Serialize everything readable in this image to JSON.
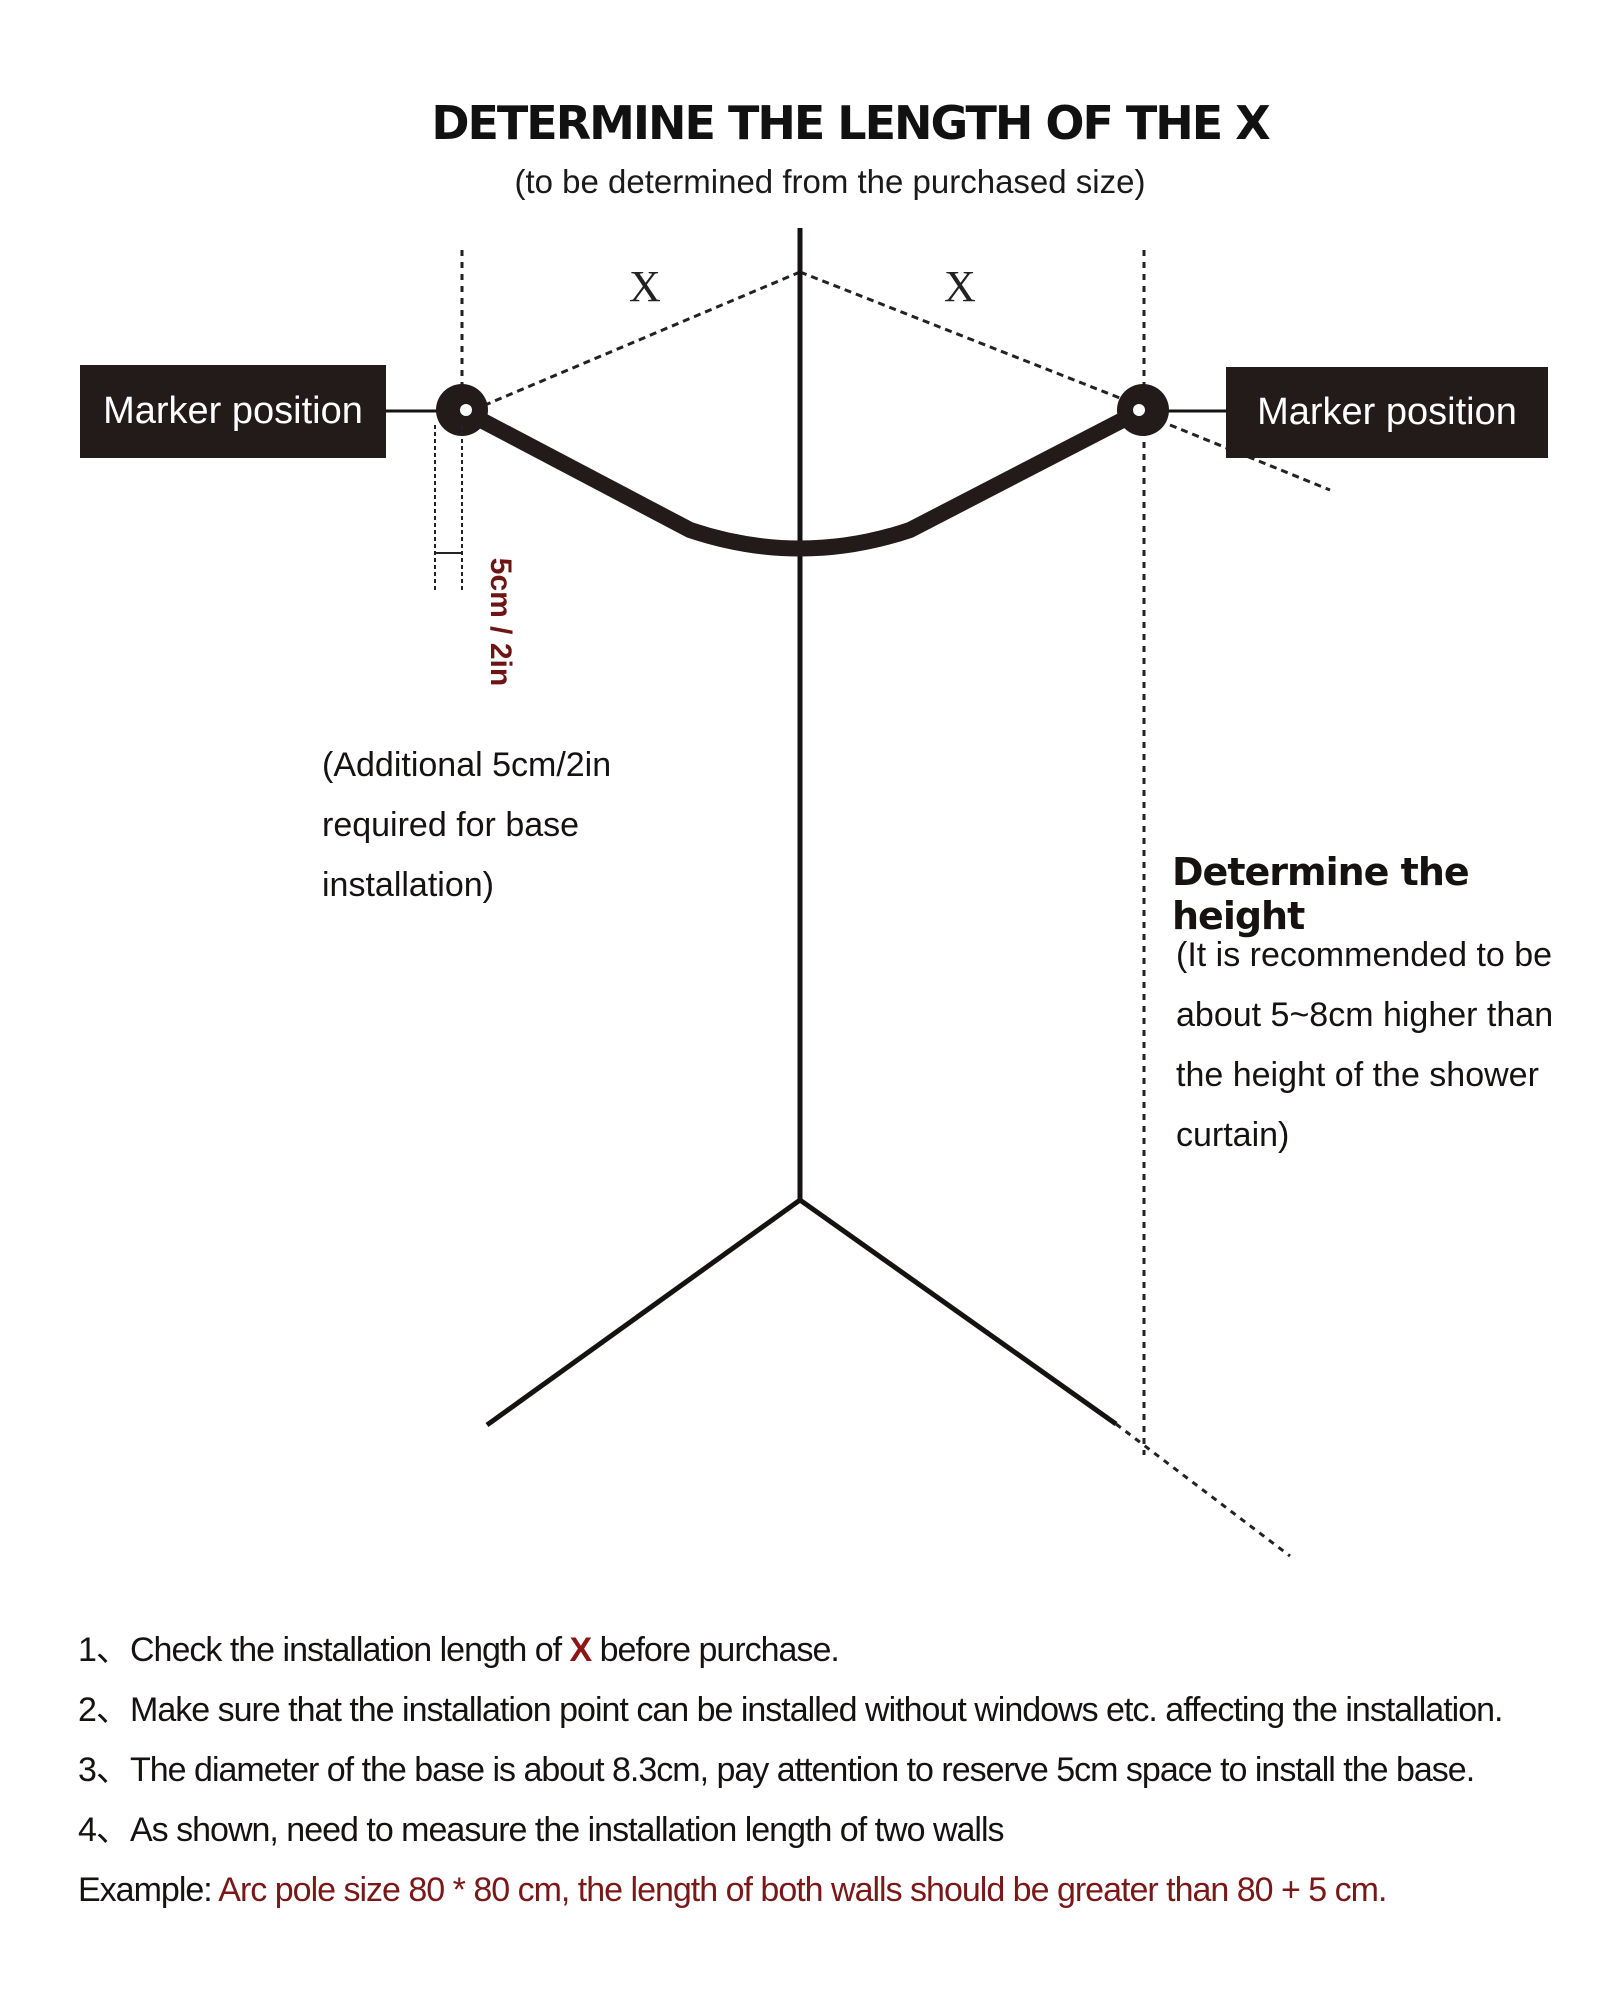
{
  "header": {
    "title": "DETERMINE THE LENGTH OF THE X",
    "subtitle": "(to be determined from the purchased size)"
  },
  "diagram": {
    "marker_left": "Marker position",
    "marker_right": "Marker position",
    "x_label_left": "X",
    "x_label_right": "X",
    "offset_label": "5cm / 2in",
    "base_note": [
      "(Additional 5cm/2in",
      "required for base",
      "installation)"
    ],
    "height_title": "Determine the height",
    "height_note": [
      "(It is recommended to be",
      "about 5~8cm higher than",
      "the height of the shower",
      "curtain)"
    ]
  },
  "instructions": {
    "steps": [
      {
        "num": "1、",
        "before": "Check the installation length of ",
        "highlight": "X",
        "after": " before purchase."
      },
      {
        "num": "2、",
        "text": "Make sure that the installation point can be installed without windows etc. affecting the installation."
      },
      {
        "num": "3、",
        "text": "The diameter of the base is about 8.3cm, pay attention to reserve 5cm space to install the base."
      },
      {
        "num": "4、",
        "text": "As shown, need to measure the installation length of two walls"
      }
    ],
    "example_label": "Example:",
    "example_text": " Arc pole size 80 * 80 cm, the length of both walls should be greater than 80 + 5 cm."
  },
  "colors": {
    "ink": "#161212",
    "marker_box": "#231a1a",
    "accent": "#7a1818"
  }
}
